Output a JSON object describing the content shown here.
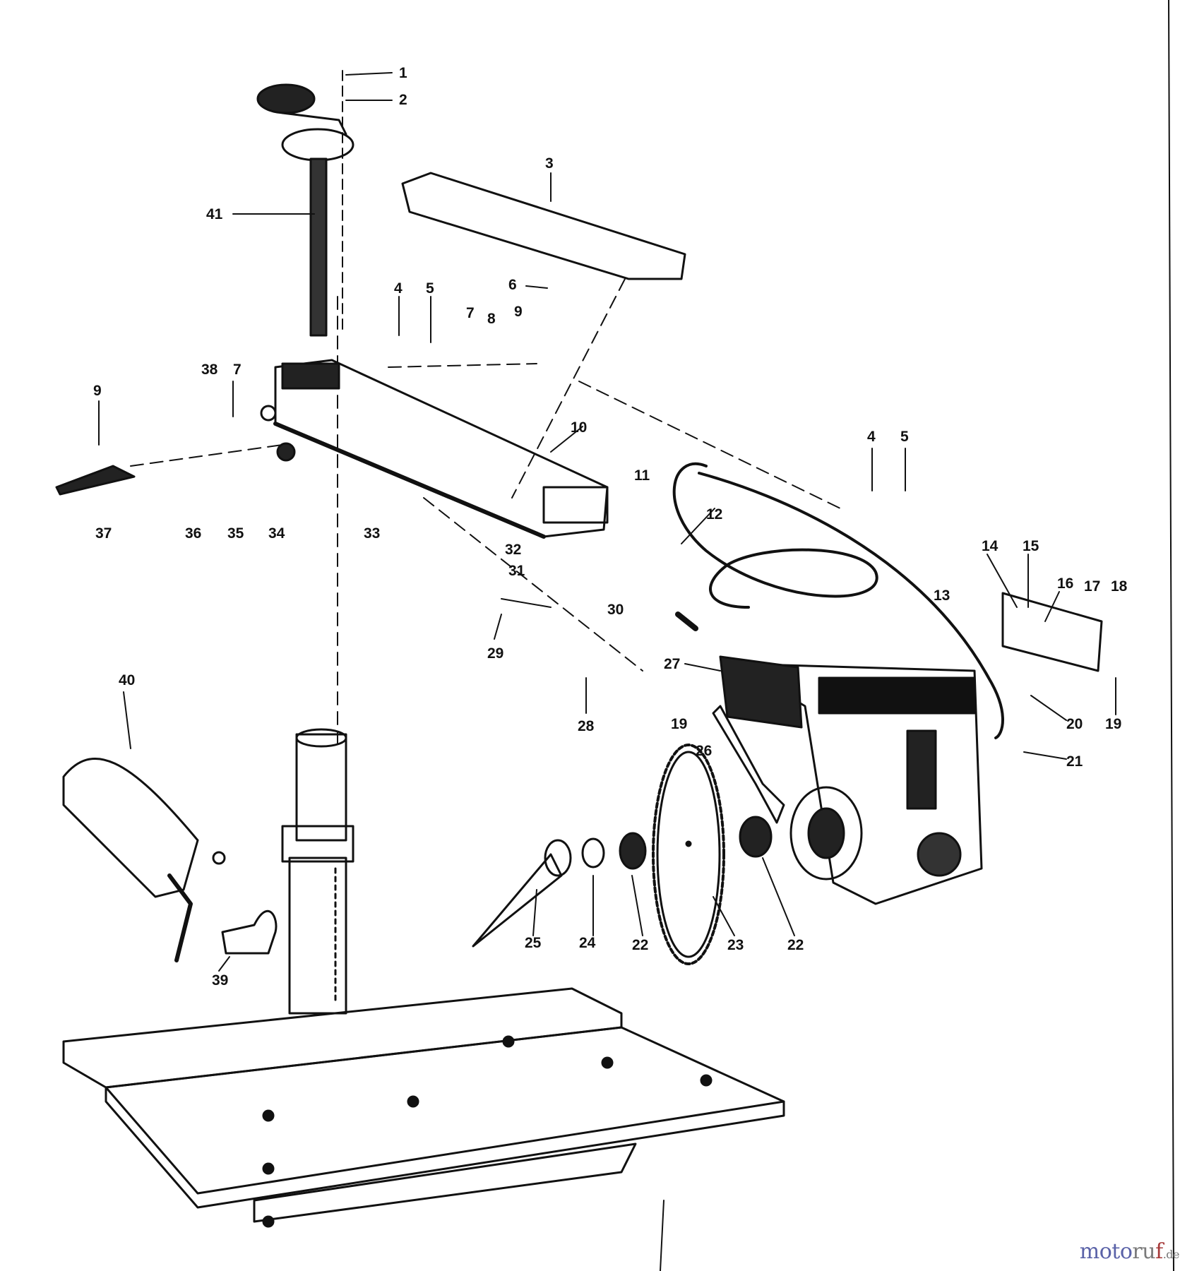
{
  "diagram": {
    "callouts": [
      "1",
      "2",
      "3",
      "41",
      "4",
      "5",
      "6",
      "7",
      "8",
      "9",
      "38",
      "7",
      "9",
      "10",
      "37",
      "36",
      "35",
      "34",
      "33",
      "32",
      "31",
      "30",
      "29",
      "11",
      "12",
      "4",
      "5",
      "13",
      "14",
      "15",
      "16",
      "17",
      "18",
      "19",
      "20",
      "21",
      "19",
      "27",
      "26",
      "28",
      "40",
      "25",
      "24",
      "22",
      "23",
      "22",
      "39"
    ]
  },
  "watermark": {
    "part_a": "moto",
    "part_b": "ru",
    "part_c": "f",
    "suffix": ".de"
  }
}
